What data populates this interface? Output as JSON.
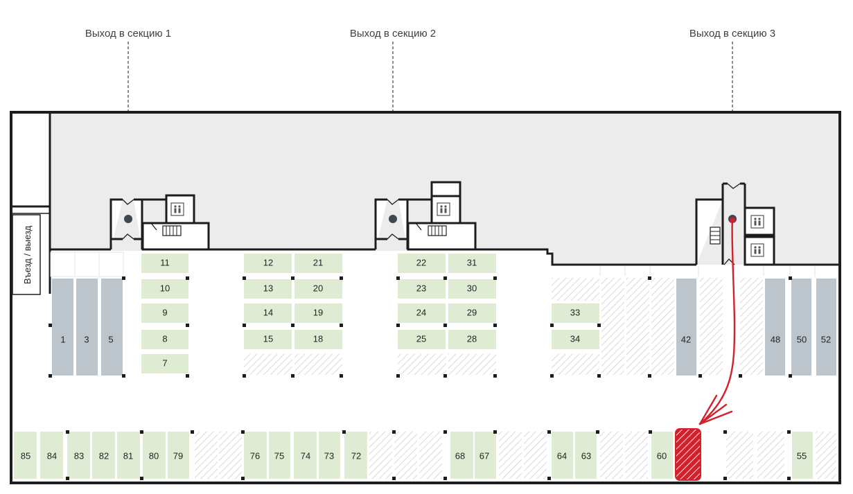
{
  "exits": [
    {
      "label": "Выход в секцию 1"
    },
    {
      "label": "Выход в секцию 2"
    },
    {
      "label": "Выход в секцию 3"
    }
  ],
  "entrance_label": "Въезд / выезд",
  "colors": {
    "available": "#e0ebd3",
    "occupied": "#bcc5cb",
    "unavailable_hatch": "#c9c9c9",
    "core_area": "#ececec",
    "wall": "#1d1d1d",
    "route": "#d3212c",
    "selected": "#d3212c"
  },
  "spot_status_legend": {
    "available": "green",
    "occupied": "grey",
    "unavailable": "hatched",
    "selected": "red"
  },
  "spots": {
    "occupied_top": [
      "1",
      "3",
      "5",
      "42",
      "48",
      "50",
      "52"
    ],
    "available_top": [
      "11",
      "10",
      "9",
      "8",
      "7",
      "12",
      "13",
      "14",
      "15",
      "21",
      "20",
      "19",
      "18",
      "22",
      "23",
      "24",
      "25",
      "31",
      "30",
      "29",
      "28",
      "33",
      "34"
    ],
    "available_bottom": [
      "85",
      "84",
      "83",
      "82",
      "81",
      "80",
      "79",
      "76",
      "75",
      "74",
      "73",
      "72",
      "68",
      "67",
      "64",
      "63",
      "60",
      "55"
    ],
    "selected_bottom": ""
  },
  "route": {
    "from": "Выход в секцию 3",
    "to": "selected spot"
  }
}
